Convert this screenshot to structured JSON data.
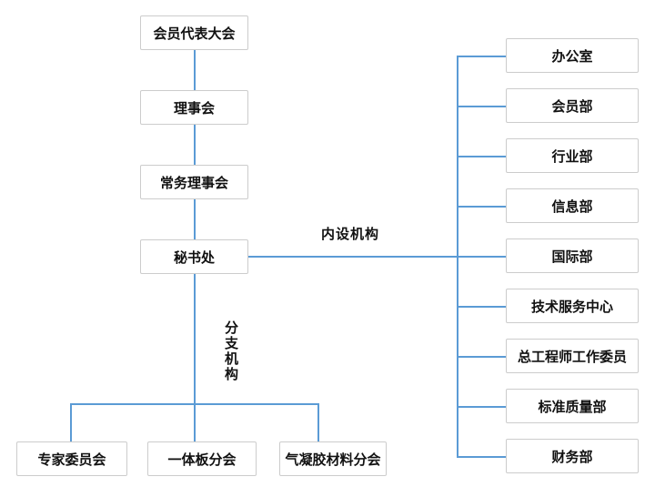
{
  "org_chart": {
    "hierarchy": {
      "level1": "会员代表大会",
      "level2": "理事会",
      "level3": "常务理事会",
      "level4": "秘书处"
    },
    "internal": {
      "label": "内设机构",
      "departments": [
        "办公室",
        "会员部",
        "行业部",
        "信息部",
        "国际部",
        "技术服务中心",
        "总工程师工作委员",
        "标准质量部",
        "财务部"
      ]
    },
    "branch": {
      "label": "分支机构",
      "branches": [
        "专家委员会",
        "一体板分会",
        "气凝胶材料分会"
      ]
    },
    "colors": {
      "connector": "#5b9bd5",
      "box_border": "#cccccc",
      "box_bg": "#ffffff",
      "text": "#111111"
    }
  }
}
